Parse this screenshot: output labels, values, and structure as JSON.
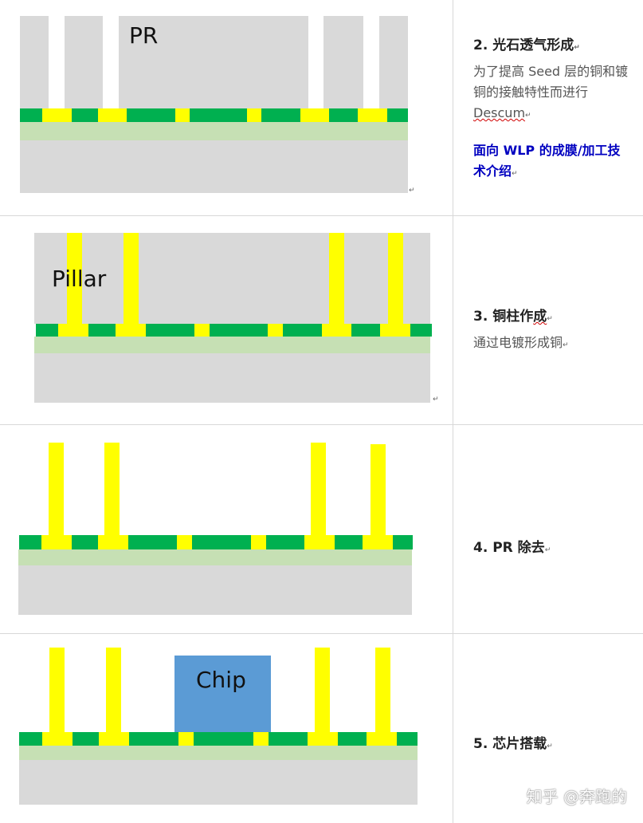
{
  "steps": [
    {
      "number": "2.",
      "title": "光石透气形成",
      "desc": "为了提高 Seed 层的铜和镀铜的接触特性而进行",
      "desc_word": "Descum",
      "link_text": "面向 WLP 的成膜/加工技术介绍",
      "diagram_label": "PR"
    },
    {
      "number": "3.",
      "title_a": "铜柱作",
      "title_b": "成",
      "desc": "通过电镀形成铜",
      "diagram_label": "Pillar"
    },
    {
      "number": "4.",
      "title": "PR 除去"
    },
    {
      "number": "5.",
      "title": "芯片搭载",
      "diagram_label": "Chip"
    }
  ],
  "watermark": "知乎 @奔跑的",
  "return_mark": "↵",
  "colors": {
    "substrate": "#d9d9d9",
    "seed_layer": "#c6e0b4",
    "pad_green": "#00b050",
    "copper_yellow": "#ffff00",
    "chip_blue": "#5b9bd5"
  }
}
